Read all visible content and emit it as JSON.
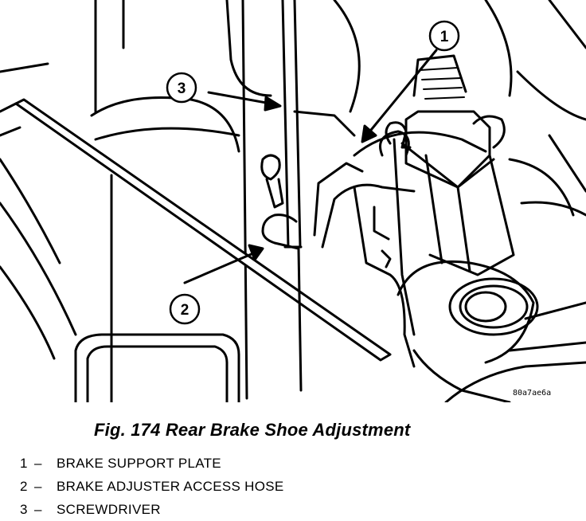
{
  "figure": {
    "callouts": [
      "1",
      "2",
      "3"
    ],
    "image_code": "80a7ae6a",
    "caption": "Fig. 174 Rear Brake Shoe Adjustment"
  },
  "legend": {
    "separator": "–",
    "items": [
      {
        "number": "1",
        "label": "BRAKE SUPPORT PLATE"
      },
      {
        "number": "2",
        "label": "BRAKE ADJUSTER ACCESS HOSE"
      },
      {
        "number": "3",
        "label": "SCREWDRIVER"
      }
    ]
  }
}
